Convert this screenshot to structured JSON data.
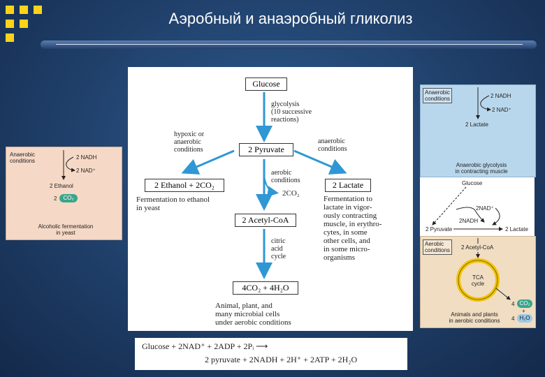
{
  "slide": {
    "title": "Аэробный и анаэробный гликолиз"
  },
  "main": {
    "glucose": "Glucose",
    "glycolysis": [
      "glycolysis",
      "(10 successive",
      "reactions)"
    ],
    "hypoxic": [
      "hypoxic or",
      "anaerobic",
      "conditions"
    ],
    "anaerobic": [
      "anaerobic",
      "conditions"
    ],
    "pyruvate": "2 Pyruvate",
    "ethanol_box": "2 Ethanol + 2CO₂",
    "ethanol_caption": [
      "Fermentation to ethanol",
      "in yeast"
    ],
    "lactate_box": "2 Lactate",
    "lactate_caption": [
      "Fermentation to",
      "lactate in vigor-",
      "ously contracting",
      "muscle, in erythro-",
      "cytes, in some",
      "other cells, and",
      "in some micro-",
      "organisms"
    ],
    "aerobic": [
      "aerobic",
      "conditions"
    ],
    "co2": "2CO₂",
    "acetyl": "2 Acetyl-CoA",
    "citric": [
      "citric",
      "acid",
      "cycle"
    ],
    "final_box": "4CO₂ + 4H₂O",
    "final_caption": [
      "Animal, plant, and",
      "many microbial cells",
      "under aerobic conditions"
    ]
  },
  "equation": {
    "line1": "Glucose + 2NAD⁺ + 2ADP + 2Pᵢ ⟶",
    "line2": "2 pyruvate + 2NADH + 2H⁺ + 2ATP + 2H₂O"
  },
  "left_panel": {
    "label": [
      "Anaerobic",
      "conditions"
    ],
    "nadh": "2 NADH",
    "nad": "2 NAD⁺",
    "ethanol": "2 Ethanol",
    "co2_prefix": "2",
    "co2": "CO₂",
    "caption": [
      "Alcoholic fermentation",
      "in yeast"
    ]
  },
  "right_top": {
    "label": [
      "Anaerobic",
      "conditions"
    ],
    "nadh": "2 NADH",
    "nad": "2 NAD⁺",
    "lactate": "2 Lactate",
    "caption": [
      "Anaerobic glycolysis",
      "in contracting muscle"
    ]
  },
  "right_mid": {
    "glucose": "Glucose",
    "nad": "2NAD⁺",
    "nadh": "2NADH",
    "pyruvate": "2 Pyruvate",
    "lactate": "2 Lactate"
  },
  "right_bottom": {
    "label": [
      "Aerobic",
      "conditions"
    ],
    "acetyl": "2 Acetyl-CoA",
    "tca": [
      "TCA",
      "cycle"
    ],
    "co2_prefix": "4",
    "co2": "CO₂",
    "plus": "+",
    "h2o_prefix": "4",
    "h2o": "H₂O",
    "caption": [
      "Animals and plants",
      "in aerobic conditions"
    ]
  }
}
